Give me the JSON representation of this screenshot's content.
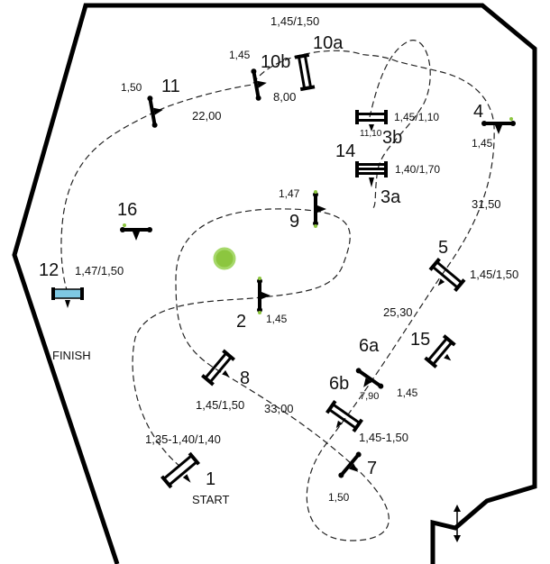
{
  "course": {
    "start_label": "START",
    "finish_label": "FINISH",
    "tree_color": "#8cc63f",
    "highlight_color": "#7ec8e3",
    "obstacle_numbers": {
      "o1": "1",
      "o2": "2",
      "o3a": "3a",
      "o3b": "3b",
      "o4": "4",
      "o5": "5",
      "o6a": "6a",
      "o6b": "6b",
      "o7": "7",
      "o8": "8",
      "o9": "9",
      "o10a": "10a",
      "o10b": "10b",
      "o11": "11",
      "o12": "12",
      "o14": "14",
      "o15": "15",
      "o16": "16"
    },
    "heights": {
      "top": "1,45/1,50",
      "o10b": "1,45",
      "o10a_dist": "8,00",
      "o11": "1,50",
      "o11_dist": "22,00",
      "o3b": "1,45/1,10",
      "o3_dist": "11,10",
      "o4": "1,45",
      "o14": "1,40/1,70",
      "o9": "1,47",
      "o4_dist": "31,50",
      "o12": "1,47/1,50",
      "o5": "1,45/1,50",
      "o2": "1,45",
      "o6_dist": "25,30",
      "o6a_dist": "7,90",
      "o6a": "1,45",
      "o8": "1,45/1,50",
      "o8_dist": "33,00",
      "o1": "1,35-1,40/1,40",
      "o6b": "1,45-1,50",
      "o7": "1,50"
    }
  }
}
